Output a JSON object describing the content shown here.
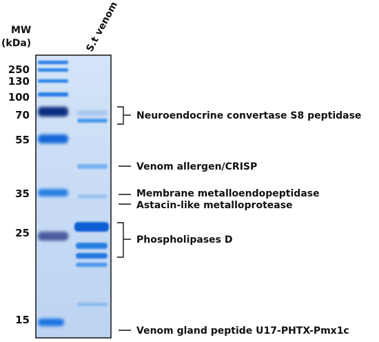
{
  "header": {
    "mw_line1": "MW",
    "mw_line2": "(kDa)",
    "lane_label": "S.t venom"
  },
  "markers": [
    {
      "label": "250"
    },
    {
      "label": "130"
    },
    {
      "label": "100"
    },
    {
      "label": "70"
    },
    {
      "label": "55"
    },
    {
      "label": "35"
    },
    {
      "label": "25"
    },
    {
      "label": "15"
    }
  ],
  "annotations": [
    {
      "label": "Neuroendocrine convertase S8 peptidase"
    },
    {
      "label": "Venom allergen/CRISP"
    },
    {
      "label": "Membrane metalloendopeptidase"
    },
    {
      "label": "Astacin-like metalloprotease"
    },
    {
      "label": "Phospholipases D"
    },
    {
      "label": "Venom gland peptide U17-PHTX-Pmx1c"
    }
  ],
  "colors": {
    "gel_background": "#c9dcf5",
    "band_dark": "#0a2a78",
    "band_blue": "#1f74e0",
    "band_light": "#5ea3ee",
    "frame": "#111111"
  }
}
